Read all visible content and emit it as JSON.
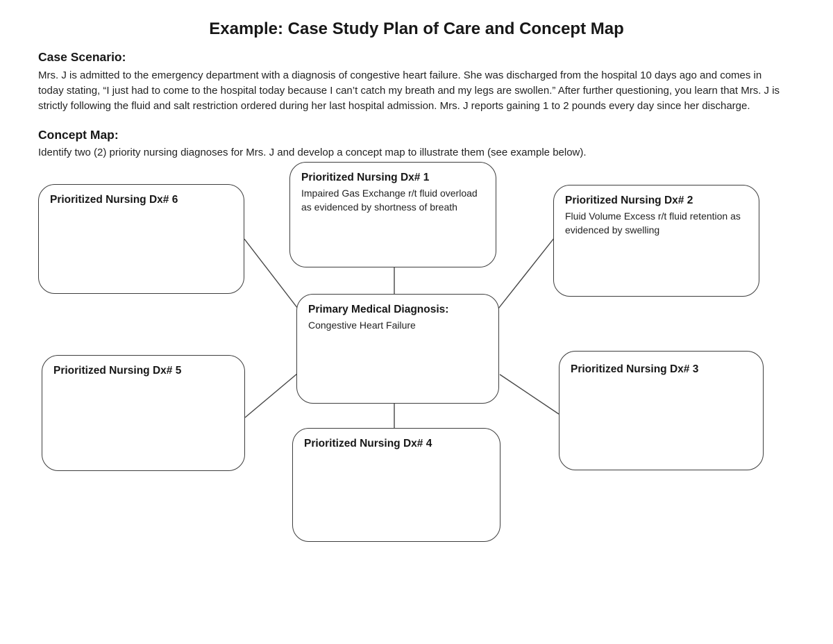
{
  "page": {
    "title": "Example: Case Study Plan of Care and Concept Map"
  },
  "case_scenario": {
    "heading": "Case Scenario:",
    "body": "Mrs. J is admitted to the emergency department with a diagnosis of congestive heart failure. She was discharged from the hospital 10 days ago and comes in today stating, “I just had to come to the hospital today because I can’t catch my breath and my legs are swollen.” After further questioning, you learn that Mrs. J is strictly following the fluid and salt restriction ordered during her last hospital admission. Mrs. J reports gaining 1 to 2 pounds every day since her discharge."
  },
  "concept_map": {
    "heading": "Concept Map:",
    "instruction": "Identify two (2) priority nursing diagnoses for Mrs. J and develop a concept map to illustrate them (see example below).",
    "nodes": {
      "primary": {
        "title": "Primary Medical Diagnosis:",
        "body": "Congestive Heart Failure"
      },
      "dx1": {
        "title": "Prioritized Nursing Dx# 1",
        "body": "Impaired Gas Exchange r/t fluid overload as evidenced by shortness of breath"
      },
      "dx2": {
        "title": "Prioritized Nursing Dx# 2",
        "body": "Fluid Volume Excess r/t fluid retention as evidenced by swelling"
      },
      "dx3": {
        "title": "Prioritized Nursing Dx# 3",
        "body": ""
      },
      "dx4": {
        "title": "Prioritized Nursing Dx# 4",
        "body": ""
      },
      "dx5": {
        "title": "Prioritized Nursing Dx# 5",
        "body": ""
      },
      "dx6": {
        "title": "Prioritized Nursing Dx# 6",
        "body": ""
      }
    },
    "edges": [
      {
        "from": "dx1",
        "to": "primary"
      },
      {
        "from": "dx2",
        "to": "primary"
      },
      {
        "from": "dx3",
        "to": "primary"
      },
      {
        "from": "dx4",
        "to": "primary"
      },
      {
        "from": "dx5",
        "to": "primary"
      },
      {
        "from": "dx6",
        "to": "primary"
      }
    ]
  },
  "colors": {
    "background": "#ffffff",
    "text": "#1b1b1b",
    "node_border": "#3d3d3d",
    "connector": "#454545"
  }
}
